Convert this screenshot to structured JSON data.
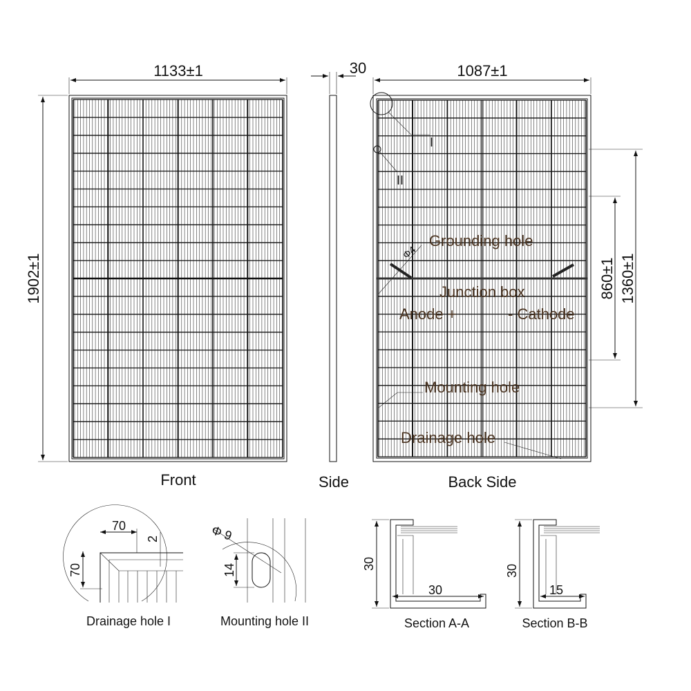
{
  "front": {
    "title": "Front",
    "width_dim": "1133±1",
    "height_dim": "1902±1"
  },
  "side": {
    "title": "Side",
    "thickness_dim": "30"
  },
  "back": {
    "title": "Back Side",
    "width_dim": "1087±1",
    "dim_860": "860±1",
    "dim_1360": "1360±1",
    "detail_I": "I",
    "detail_II": "II",
    "grounding_hole": "Grounding hole",
    "grounding_dia": "Φ4",
    "junction_box": "Junction box",
    "anode": "Anode +",
    "cathode": "- Cathode",
    "mounting_hole": "Mounting hole",
    "drainage_hole": "Drainage hole"
  },
  "details": {
    "drainage": {
      "title": "Drainage hole I",
      "dim_w": "70",
      "dim_h": "70",
      "dim_2": "2"
    },
    "mounting": {
      "title": "Mounting hole II",
      "dim_dia": "Φ 9",
      "dim_14": "14"
    },
    "section_aa": {
      "title": "Section A-A",
      "dim_h": "30",
      "dim_w": "30"
    },
    "section_bb": {
      "title": "Section B-B",
      "dim_h": "30",
      "dim_w": "15"
    }
  }
}
